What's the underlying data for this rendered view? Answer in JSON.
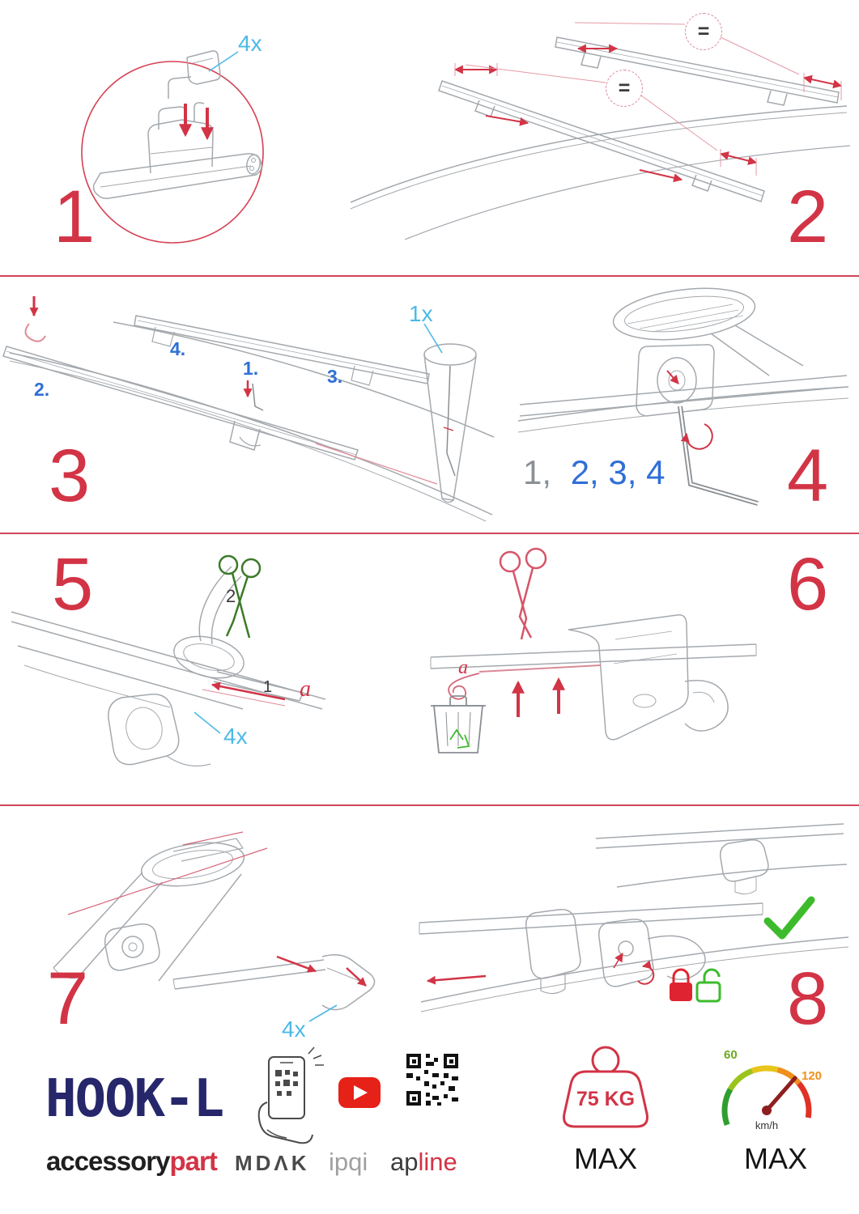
{
  "steps": {
    "s1": {
      "number": "1",
      "qty": "4x"
    },
    "s2": {
      "number": "2",
      "eq1": "=",
      "eq2": "="
    },
    "s3": {
      "number": "3",
      "qty": "1x",
      "sub1": "1.",
      "sub2": "2.",
      "sub3": "3.",
      "sub4": "4."
    },
    "s4": {
      "number": "4",
      "seq_done": "1,",
      "seq_todo": "2, 3, 4"
    },
    "s5": {
      "number": "5",
      "cut_label": "2",
      "strap_label": "1",
      "marker": "a",
      "qty": "4x"
    },
    "s6": {
      "number": "6",
      "marker": "a"
    },
    "s7": {
      "number": "7",
      "qty": "4x"
    },
    "s8": {
      "number": "8"
    }
  },
  "footer": {
    "product_name": "HOOK-L",
    "brand_primary": "accessory",
    "brand_accent": "part",
    "logo_mdak": "MDΛK",
    "logo_ipqi": "ipqi",
    "logo_ap": "ap",
    "logo_line": "line",
    "weight_limit": "75 KG",
    "weight_max": "MAX",
    "gauge_min": "60",
    "gauge_top": "120",
    "gauge_unit": "km/h",
    "speed_max": "MAX"
  },
  "colors": {
    "step_number_red": "#d23446",
    "quantity_cyan": "#4cb9e7",
    "substep_blue": "#2f6fd6",
    "sequence_done_gray": "#8a9096",
    "brand_navy": "#26266b",
    "brand_red": "#d23446",
    "success_green": "#3dbb2d",
    "lock_red": "#e02330",
    "youtube_red": "#e62117"
  }
}
